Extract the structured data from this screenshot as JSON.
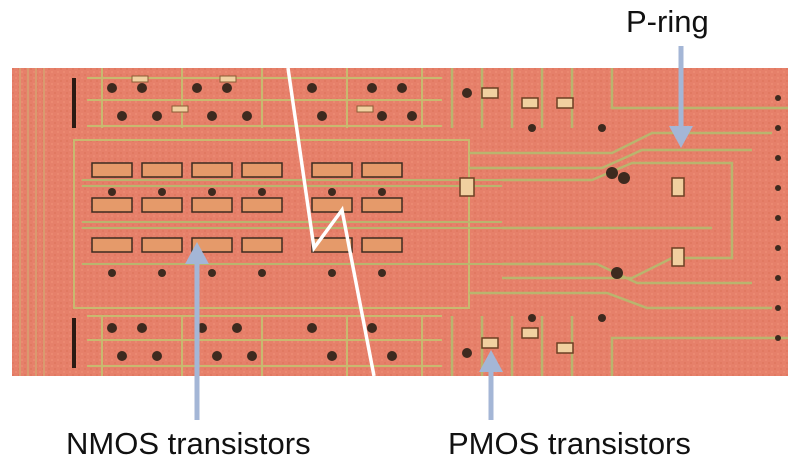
{
  "labels": {
    "p_ring": "P-ring",
    "nmos": "NMOS transistors",
    "pmos": "PMOS transistors"
  },
  "colors": {
    "die": "#e77f63",
    "trace_green": "#b9b56e",
    "contact_dark": "#3d2a1f",
    "arrow": "#a4b6d6",
    "break_line": "#ffffff"
  }
}
